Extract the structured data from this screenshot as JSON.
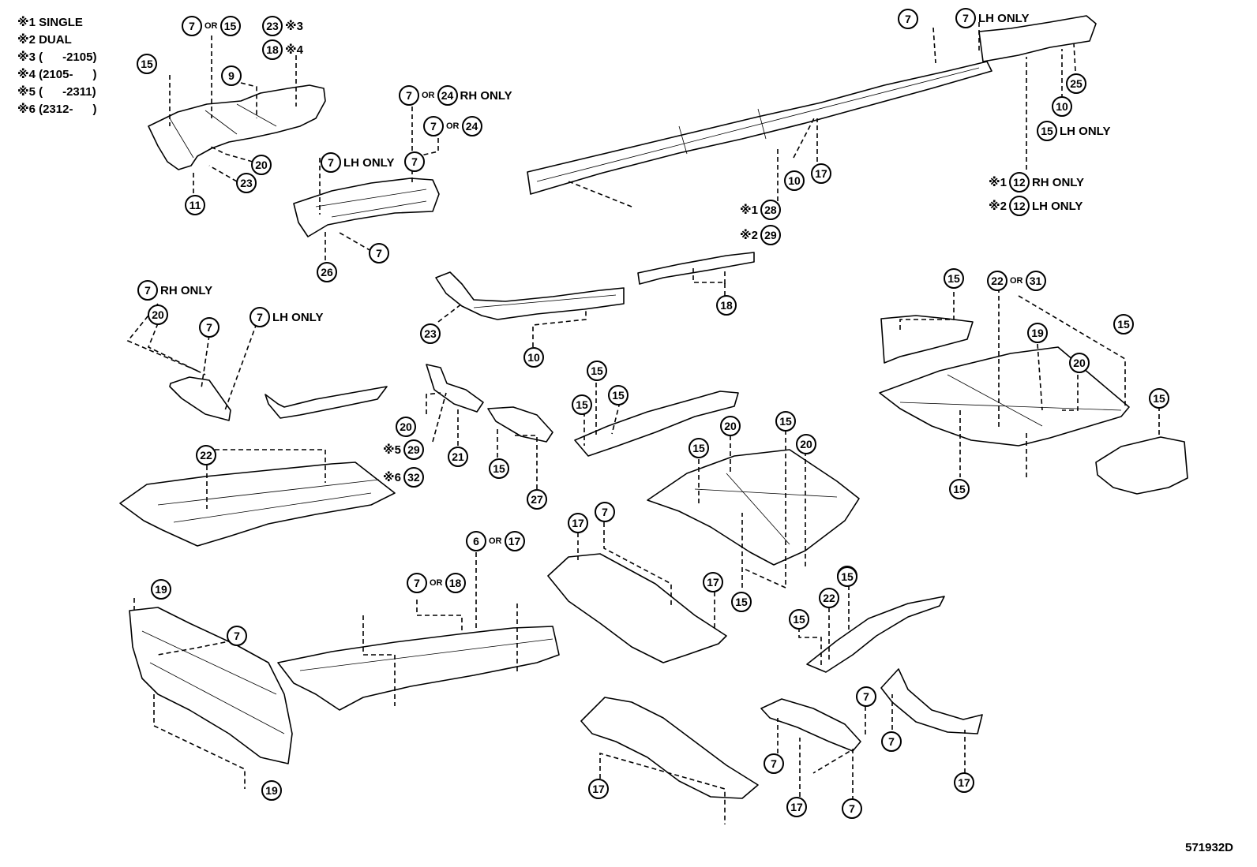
{
  "legend": [
    "※1 SINGLE",
    "※2 DUAL",
    "※3 (      -2105)",
    "※4 (2105-      )",
    "※5 (      -2311)",
    "※6 (2312-      )"
  ],
  "callouts": [
    {
      "id": "c1",
      "pre": "",
      "nums": [
        "7",
        "15"
      ],
      "suffix": ""
    },
    {
      "id": "c2",
      "pre": "",
      "nums": [
        "23"
      ],
      "suffix": "※3"
    },
    {
      "id": "c3",
      "pre": "",
      "nums": [
        "18"
      ],
      "suffix": "※4"
    },
    {
      "id": "c4",
      "pre": "",
      "nums": [
        "15"
      ],
      "suffix": ""
    },
    {
      "id": "c5",
      "pre": "",
      "nums": [
        "9"
      ],
      "suffix": ""
    },
    {
      "id": "c6",
      "pre": "",
      "nums": [
        "20"
      ],
      "suffix": ""
    },
    {
      "id": "c7",
      "pre": "",
      "nums": [
        "23"
      ],
      "suffix": ""
    },
    {
      "id": "c8",
      "pre": "",
      "nums": [
        "11"
      ],
      "suffix": ""
    },
    {
      "id": "c9",
      "pre": "",
      "nums": [
        "7",
        "24"
      ],
      "suffix": "RH ONLY"
    },
    {
      "id": "c10",
      "pre": "",
      "nums": [
        "7",
        "24"
      ],
      "suffix": ""
    },
    {
      "id": "c11",
      "pre": "",
      "nums": [
        "7"
      ],
      "suffix": "LH ONLY"
    },
    {
      "id": "c12",
      "pre": "",
      "nums": [
        "7"
      ],
      "suffix": ""
    },
    {
      "id": "c13",
      "pre": "",
      "nums": [
        "26"
      ],
      "suffix": ""
    },
    {
      "id": "c14",
      "pre": "",
      "nums": [
        "7"
      ],
      "suffix": ""
    },
    {
      "id": "c15",
      "pre": "",
      "nums": [
        "7"
      ],
      "suffix": "LH ONLY"
    },
    {
      "id": "c16",
      "pre": "",
      "nums": [
        "25"
      ],
      "suffix": ""
    },
    {
      "id": "c17",
      "pre": "",
      "nums": [
        "10"
      ],
      "suffix": ""
    },
    {
      "id": "c18",
      "pre": "",
      "nums": [
        "15"
      ],
      "suffix": "LH ONLY"
    },
    {
      "id": "c19",
      "pre": "",
      "nums": [
        "10"
      ],
      "suffix": ""
    },
    {
      "id": "c20",
      "pre": "",
      "nums": [
        "17"
      ],
      "suffix": ""
    },
    {
      "id": "c21",
      "pre": "※1",
      "nums": [
        "12"
      ],
      "suffix": "RH ONLY"
    },
    {
      "id": "c22",
      "pre": "※2",
      "nums": [
        "12"
      ],
      "suffix": "LH ONLY"
    },
    {
      "id": "c23",
      "pre": "",
      "nums": [
        "7"
      ],
      "suffix": ""
    },
    {
      "id": "c24",
      "pre": "※1",
      "nums": [
        "28"
      ],
      "suffix": ""
    },
    {
      "id": "c25",
      "pre": "※2",
      "nums": [
        "29"
      ],
      "suffix": ""
    },
    {
      "id": "c26",
      "pre": "",
      "nums": [
        "7"
      ],
      "suffix": "RH ONLY"
    },
    {
      "id": "c27",
      "pre": "",
      "nums": [
        "20"
      ],
      "suffix": ""
    },
    {
      "id": "c28",
      "pre": "",
      "nums": [
        "7"
      ],
      "suffix": ""
    },
    {
      "id": "c29",
      "pre": "",
      "nums": [
        "7"
      ],
      "suffix": "LH ONLY"
    },
    {
      "id": "c30",
      "pre": "",
      "nums": [
        "23"
      ],
      "suffix": ""
    },
    {
      "id": "c31",
      "pre": "",
      "nums": [
        "10"
      ],
      "suffix": ""
    },
    {
      "id": "c32",
      "pre": "",
      "nums": [
        "18"
      ],
      "suffix": ""
    },
    {
      "id": "c33",
      "pre": "",
      "nums": [
        "15"
      ],
      "suffix": ""
    },
    {
      "id": "c34",
      "pre": "",
      "nums": [
        "22",
        "31"
      ],
      "suffix": ""
    },
    {
      "id": "c35",
      "pre": "",
      "nums": [
        "19"
      ],
      "suffix": ""
    },
    {
      "id": "c36",
      "pre": "",
      "nums": [
        "15"
      ],
      "suffix": ""
    },
    {
      "id": "c37",
      "pre": "",
      "nums": [
        "20"
      ],
      "suffix": ""
    },
    {
      "id": "c38",
      "pre": "",
      "nums": [
        "15"
      ],
      "suffix": ""
    },
    {
      "id": "c39",
      "pre": "",
      "nums": [
        "15"
      ],
      "suffix": ""
    },
    {
      "id": "c40",
      "pre": "",
      "nums": [
        "20"
      ],
      "suffix": ""
    },
    {
      "id": "c41",
      "pre": "※5",
      "nums": [
        "29"
      ],
      "suffix": ""
    },
    {
      "id": "c42",
      "pre": "",
      "nums": [
        "21"
      ],
      "suffix": ""
    },
    {
      "id": "c43",
      "pre": "※6",
      "nums": [
        "32"
      ],
      "suffix": ""
    },
    {
      "id": "c44",
      "pre": "",
      "nums": [
        "15"
      ],
      "suffix": ""
    },
    {
      "id": "c45",
      "pre": "",
      "nums": [
        "27"
      ],
      "suffix": ""
    },
    {
      "id": "c46",
      "pre": "",
      "nums": [
        "15"
      ],
      "suffix": ""
    },
    {
      "id": "c47",
      "pre": "",
      "nums": [
        "15"
      ],
      "suffix": ""
    },
    {
      "id": "c48",
      "pre": "",
      "nums": [
        "15"
      ],
      "suffix": ""
    },
    {
      "id": "c49",
      "pre": "",
      "nums": [
        "15"
      ],
      "suffix": ""
    },
    {
      "id": "c50",
      "pre": "",
      "nums": [
        "20"
      ],
      "suffix": ""
    },
    {
      "id": "c51",
      "pre": "",
      "nums": [
        "15"
      ],
      "suffix": ""
    },
    {
      "id": "c52",
      "pre": "",
      "nums": [
        "20"
      ],
      "suffix": ""
    },
    {
      "id": "c53",
      "pre": "",
      "nums": [
        "15"
      ],
      "suffix": ""
    },
    {
      "id": "c54",
      "pre": "",
      "nums": [
        "22"
      ],
      "suffix": ""
    },
    {
      "id": "c55",
      "pre": "",
      "nums": [
        "6",
        "17"
      ],
      "suffix": ""
    },
    {
      "id": "c56",
      "pre": "",
      "nums": [
        "17"
      ],
      "suffix": ""
    },
    {
      "id": "c57",
      "pre": "",
      "nums": [
        "7"
      ],
      "suffix": ""
    },
    {
      "id": "c58",
      "pre": "",
      "nums": [
        "7",
        "18"
      ],
      "suffix": ""
    },
    {
      "id": "c59",
      "pre": "",
      "nums": [
        "17"
      ],
      "suffix": ""
    },
    {
      "id": "c60",
      "pre": "",
      "nums": [
        "15"
      ],
      "suffix": ""
    },
    {
      "id": "c61",
      "pre": "",
      "nums": [
        "19"
      ],
      "suffix": ""
    },
    {
      "id": "c62",
      "pre": "",
      "nums": [
        "7"
      ],
      "suffix": ""
    },
    {
      "id": "c63",
      "pre": "",
      "nums": [
        "15"
      ],
      "suffix": ""
    },
    {
      "id": "c64",
      "pre": "",
      "nums": [
        "22"
      ],
      "suffix": ""
    },
    {
      "id": "c65",
      "pre": "",
      "nums": [
        "15"
      ],
      "suffix": ""
    },
    {
      "id": "c66",
      "pre": "",
      "nums": [
        "19"
      ],
      "suffix": ""
    },
    {
      "id": "c67",
      "pre": "",
      "nums": [
        "7"
      ],
      "suffix": ""
    },
    {
      "id": "c68",
      "pre": "",
      "nums": [
        "7"
      ],
      "suffix": ""
    },
    {
      "id": "c69",
      "pre": "",
      "nums": [
        "7"
      ],
      "suffix": ""
    },
    {
      "id": "c70",
      "pre": "",
      "nums": [
        "17"
      ],
      "suffix": ""
    },
    {
      "id": "c71",
      "pre": "",
      "nums": [
        "17"
      ],
      "suffix": ""
    },
    {
      "id": "c72",
      "pre": "",
      "nums": [
        "7"
      ],
      "suffix": ""
    },
    {
      "id": "c73",
      "pre": "",
      "nums": [
        "17"
      ],
      "suffix": ""
    }
  ],
  "or_text": "OR",
  "ref_code": "571932D"
}
